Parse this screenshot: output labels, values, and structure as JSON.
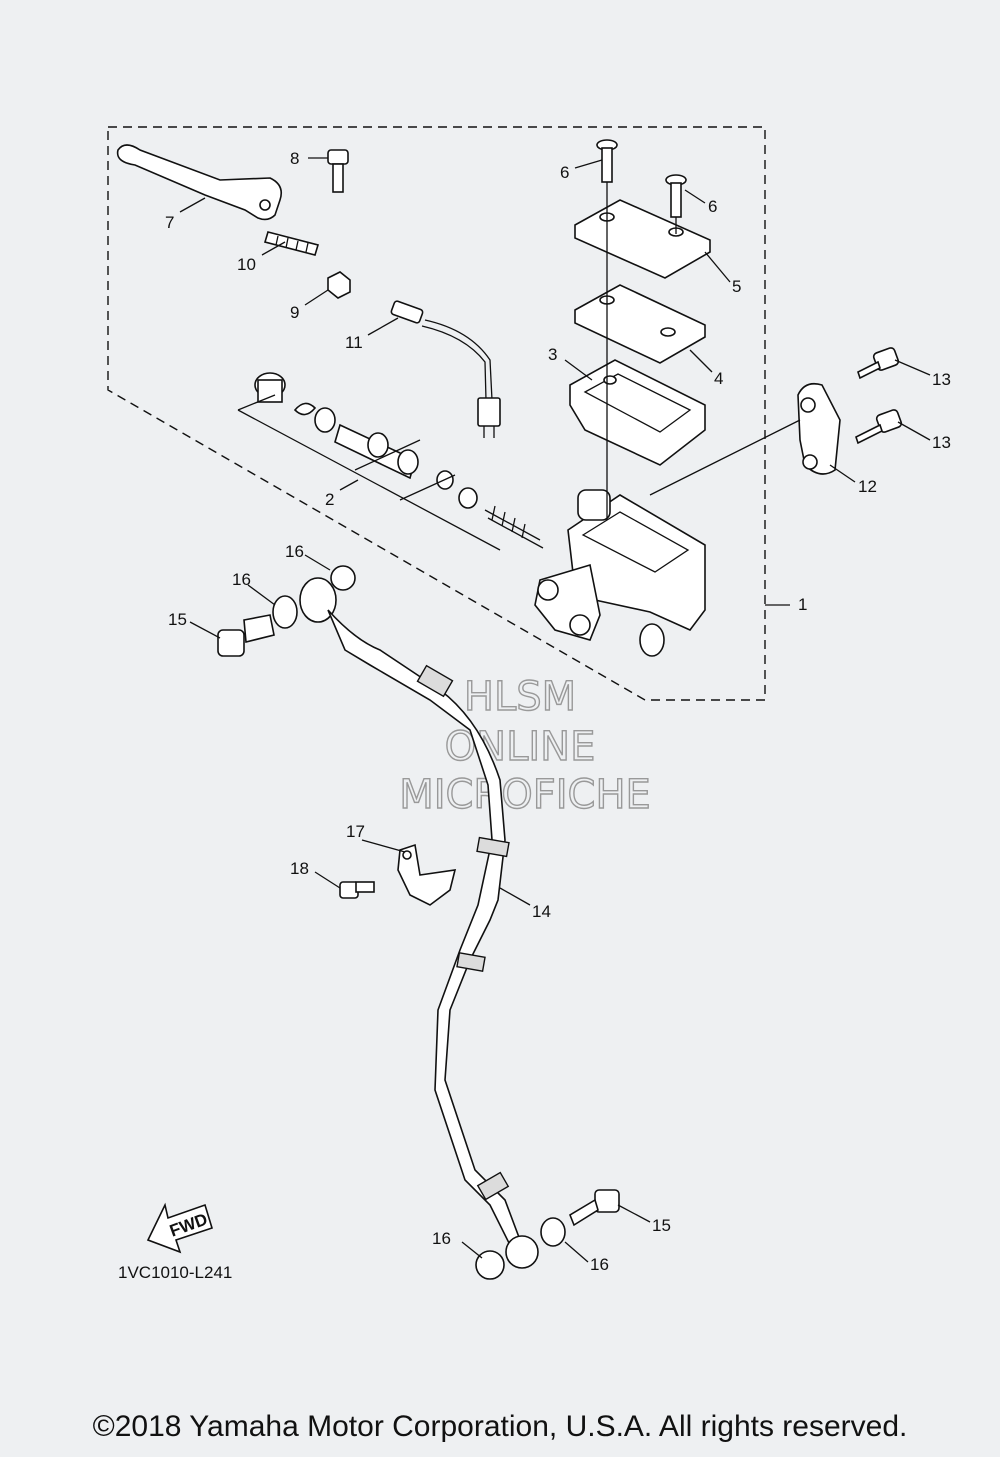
{
  "diagram_code": "1VC1010-L241",
  "fwd_label": "FWD",
  "copyright": "©2018 Yamaha Motor Corporation, U.S.A. All rights reserved.",
  "watermark": [
    "HLSM",
    "ONLINE",
    "MICROFICHE"
  ],
  "callouts": {
    "c1": "1",
    "c2": "2",
    "c3": "3",
    "c4": "4",
    "c5": "5",
    "c6a": "6",
    "c6b": "6",
    "c7": "7",
    "c8": "8",
    "c9": "9",
    "c10": "10",
    "c11": "11",
    "c12": "12",
    "c13a": "13",
    "c13b": "13",
    "c14": "14",
    "c15a": "15",
    "c15b": "15",
    "c16a": "16",
    "c16b": "16",
    "c16c": "16",
    "c16d": "16",
    "c17": "17",
    "c18": "18"
  }
}
